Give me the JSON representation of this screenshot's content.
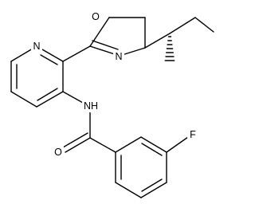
{
  "labels": {
    "oxazoline_O": "O",
    "oxazoline_N": "N",
    "pyridine_N": "N",
    "amide_NH": "NH",
    "carbonyl_O": "O",
    "fluorine": "F"
  }
}
